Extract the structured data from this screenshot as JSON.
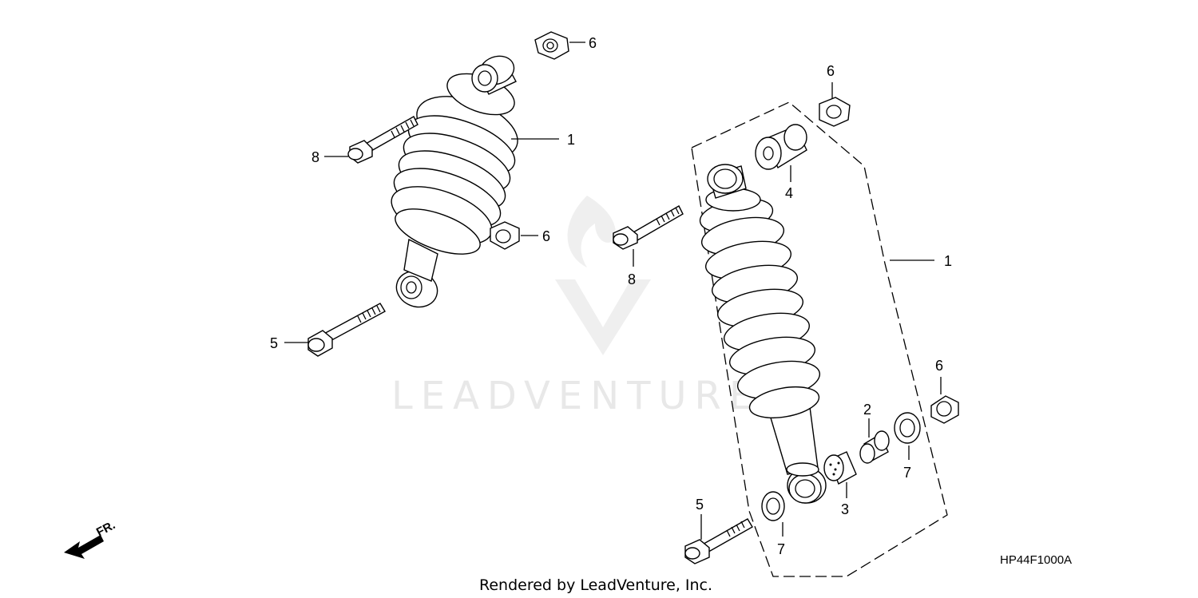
{
  "diagram": {
    "code": "HP44F1000A",
    "credit": "Rendered by LeadVenture, Inc.",
    "watermark": "LEADVENTURE",
    "direction_label": "FR.",
    "callouts": {
      "left_shock": "1",
      "left_nut_top": "6",
      "left_bolt_top": "8",
      "left_nut_mid": "6",
      "left_bolt_bottom": "5",
      "right_nut_top": "6",
      "right_bushing": "4",
      "right_bolt_top": "8",
      "right_shock": "1",
      "right_nut_side": "6",
      "right_collar": "2",
      "right_bush_inner": "3",
      "right_seal_right": "7",
      "right_bolt_bottom": "5",
      "right_seal_left": "7"
    }
  }
}
